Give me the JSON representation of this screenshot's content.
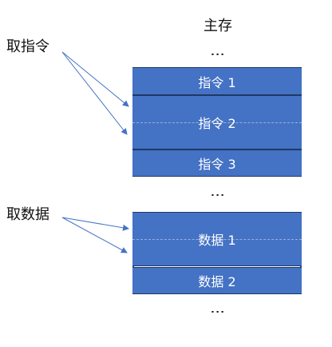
{
  "diagram": {
    "memory_title": "主存",
    "fetch_instruction_label": "取指令",
    "fetch_data_label": "取数据",
    "cells": [
      {
        "id": "top-ellipsis",
        "text": "⋮"
      },
      {
        "id": "instruction-1",
        "text": "指令 1"
      },
      {
        "id": "instruction-2",
        "text": "指令 2"
      },
      {
        "id": "instruction-3",
        "text": "指令 3"
      },
      {
        "id": "middle-ellipsis",
        "text": "⋮"
      },
      {
        "id": "data-1",
        "text": "数据 1"
      },
      {
        "id": "data-2",
        "text": "数据 2"
      },
      {
        "id": "bottom-ellipsis",
        "text": "⋮"
      }
    ],
    "colors": {
      "block_fill": "#4472c4",
      "block_border": "#1f3864",
      "rail": "#2f5597",
      "arrow": "#4472c4"
    }
  }
}
